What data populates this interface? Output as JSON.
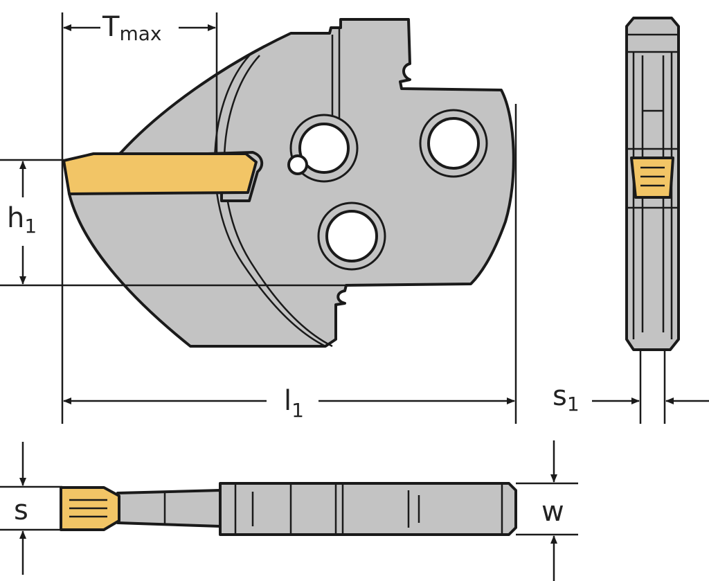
{
  "title": "Parting-off blade with insert - dimension drawing",
  "colors": {
    "body": "#c3c3c3",
    "insert": "#f2c566",
    "line": "#1a1a1a"
  },
  "labels": {
    "tmax": {
      "main": "T",
      "sub": "max"
    },
    "h1": {
      "main": "h",
      "sub": "1"
    },
    "l1": {
      "main": "l",
      "sub": "1"
    },
    "s1": {
      "main": "s",
      "sub": "1"
    },
    "s": {
      "main": "s"
    },
    "w": {
      "main": "w"
    }
  }
}
